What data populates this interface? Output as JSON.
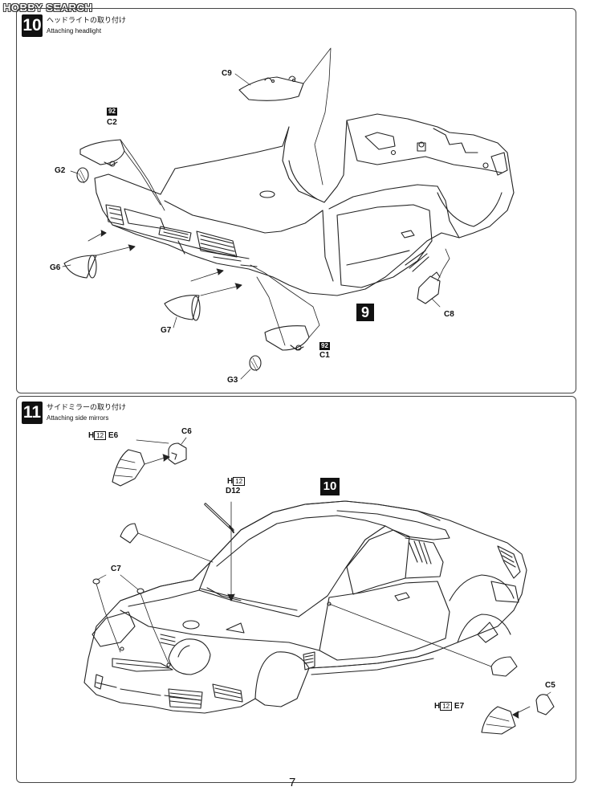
{
  "watermark": "HOBBY SEARCH",
  "page_number": "7",
  "step10": {
    "number": "10",
    "title_jp": "ヘッドライトの取り付け",
    "title_en": "Attaching headlight",
    "ref_step": "9",
    "labels": {
      "c9": "C9",
      "c2_box": "92",
      "c2": "C2",
      "g2": "G2",
      "g6": "G6",
      "g7": "G7",
      "c1_box": "92",
      "c1": "C1",
      "g3": "G3",
      "c8": "C8"
    }
  },
  "step11": {
    "number": "11",
    "title_jp": "サイドミラーの取り付け",
    "title_en": "Attaching side mirrors",
    "ref_step": "10",
    "labels": {
      "e6_prefix": "H",
      "e6_box": "12",
      "e6": "E6",
      "c6": "C6",
      "d12_prefix": "H",
      "d12_box": "12",
      "d12": "D12",
      "c7": "C7",
      "e7_prefix": "H",
      "e7_box": "12",
      "e7": "E7",
      "c5": "C5"
    }
  }
}
